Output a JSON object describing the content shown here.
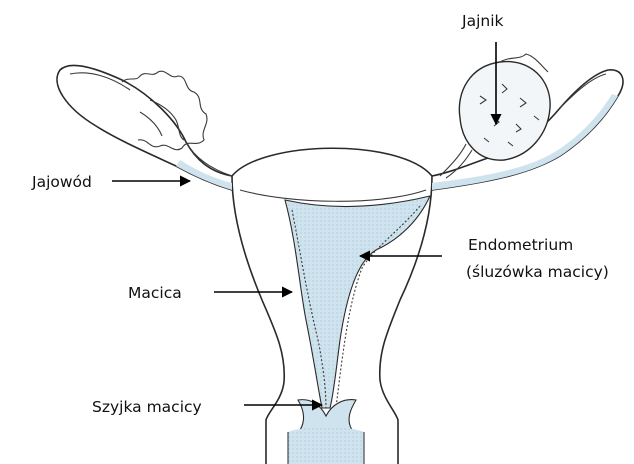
{
  "labels": {
    "ovary": "Jajnik",
    "fallopian_tube": "Jajowód",
    "uterus": "Macica",
    "endometrium_line1": "Endometrium",
    "endometrium_line2": "(śluzówka macicy)",
    "cervix": "Szyjka macicy"
  },
  "colors": {
    "tissue_fill": "#cfe3ee",
    "outline": "#2a2a2a",
    "label_text": "#111111"
  }
}
